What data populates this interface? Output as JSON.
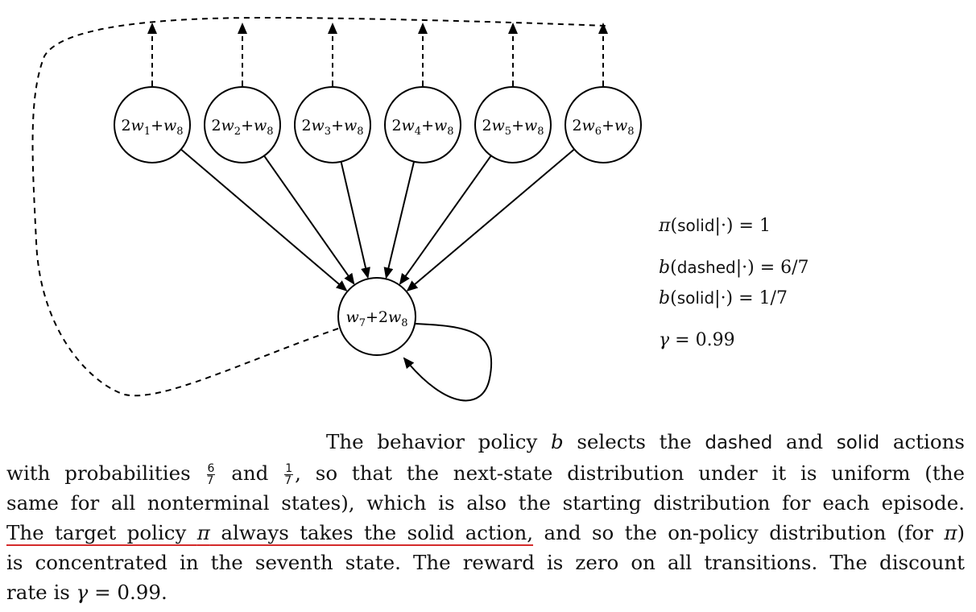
{
  "diagram": {
    "upper_states": [
      {
        "label": "2w1+w8",
        "coef": "2",
        "var": "w",
        "sub": "1",
        "plus": "+",
        "var2": "w",
        "sub2": "8"
      },
      {
        "label": "2w2+w8",
        "coef": "2",
        "var": "w",
        "sub": "2",
        "plus": "+",
        "var2": "w",
        "sub2": "8"
      },
      {
        "label": "2w3+w8",
        "coef": "2",
        "var": "w",
        "sub": "3",
        "plus": "+",
        "var2": "w",
        "sub2": "8"
      },
      {
        "label": "2w4+w8",
        "coef": "2",
        "var": "w",
        "sub": "4",
        "plus": "+",
        "var2": "w",
        "sub2": "8"
      },
      {
        "label": "2w5+w8",
        "coef": "2",
        "var": "w",
        "sub": "5",
        "plus": "+",
        "var2": "w",
        "sub2": "8"
      },
      {
        "label": "2w6+w8",
        "coef": "2",
        "var": "w",
        "sub": "6",
        "plus": "+",
        "var2": "w",
        "sub2": "8"
      }
    ],
    "lower_state": {
      "label": "w7+2w8",
      "var": "w",
      "sub": "7",
      "plus": "+",
      "coef2": "2",
      "var2": "w",
      "sub2": "8"
    },
    "colors": {
      "stroke": "#000000",
      "underline": "#d42a2a"
    }
  },
  "equations": {
    "pi_solid": {
      "fn": "π",
      "open": "(",
      "action": "solid",
      "rest": "|·) = 1"
    },
    "b_dashed": {
      "fn": "b",
      "open": "(",
      "action": "dashed",
      "rest": "|·) = 6/7"
    },
    "b_solid": {
      "fn": "b",
      "open": "(",
      "action": "solid",
      "rest": "|·) = 1/7"
    },
    "gamma": {
      "sym": "γ",
      "rest": " = 0.99"
    }
  },
  "paragraph": {
    "l1_a": "The behavior policy ",
    "l1_b": "b",
    "l1_c": " selects the ",
    "l1_d": "dashed",
    "l1_e": " and ",
    "l1_f": "solid",
    "l1_g": " actions",
    "l2_a": "with probabilities ",
    "frac1_num": "6",
    "frac1_den": "7",
    "l2_b": " and ",
    "frac2_num": "1",
    "frac2_den": "7",
    "l2_c": ", so that the next-state distribution under it is uniform (the",
    "l3": "same for all nonterminal states), which is also the starting distribution for each episode.",
    "l4_a": "The target policy ",
    "l4_b": "π",
    "l4_c": " always takes the solid action,",
    "l4_d": " and so the on-policy distribution (for ",
    "l4_e": "π",
    "l4_f": ")",
    "l5": "is concentrated in the seventh state. The reward is zero on all transitions. The discount",
    "l6_a": "rate is ",
    "l6_b": "γ",
    "l6_c": " = 0.99."
  }
}
